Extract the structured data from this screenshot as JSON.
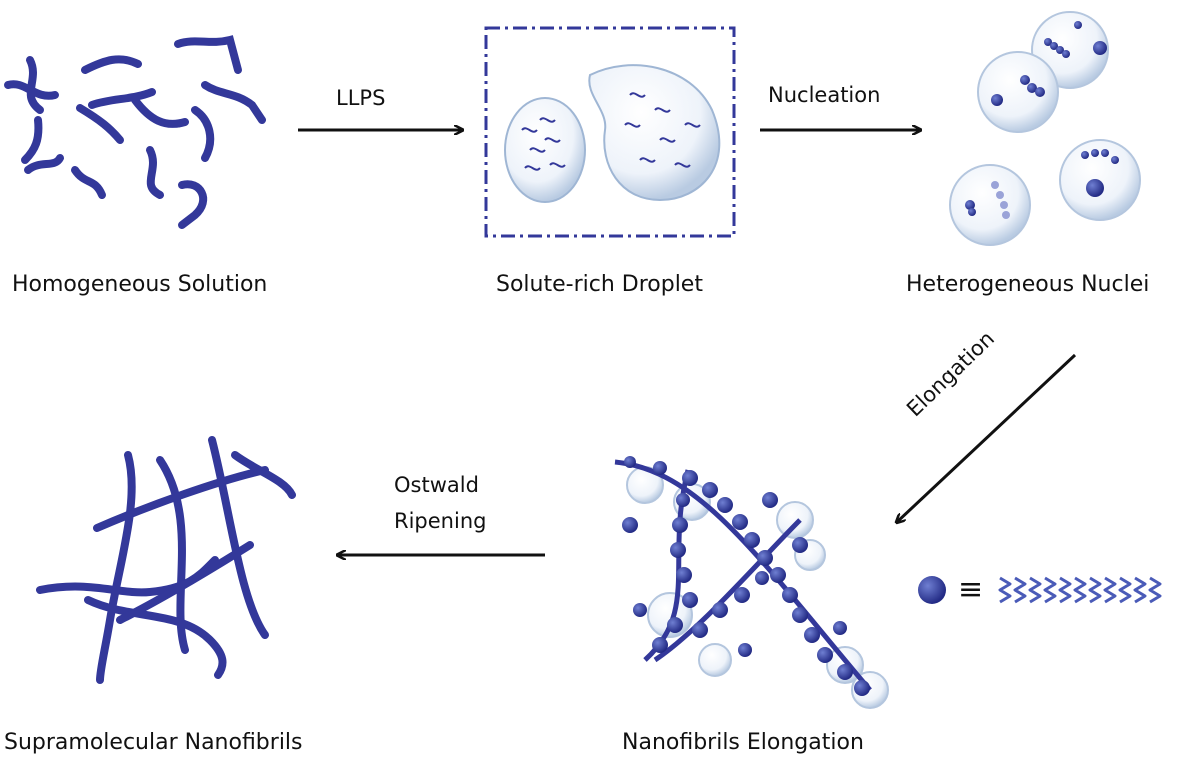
{
  "stages": [
    {
      "id": "homogeneous",
      "label": "Homogeneous Solution"
    },
    {
      "id": "droplet",
      "label": "Solute-rich Droplet"
    },
    {
      "id": "nuclei",
      "label": "Heterogeneous Nuclei"
    },
    {
      "id": "elongation",
      "label": "Nanofibrils Elongation"
    },
    {
      "id": "supramolecular",
      "label": "Supramolecular Nanofibrils"
    }
  ],
  "arrows": {
    "llps": "LLPS",
    "nucleation": "Nucleation",
    "elongation": "Elongation",
    "ostwald_line1": "Ostwald",
    "ostwald_line2": "Ripening"
  },
  "legend": {
    "equiv": "≡"
  },
  "colors": {
    "fiber": "#33389a",
    "bead": "#2f3a9a",
    "arrow": "#111111",
    "droplet": "#c8d8ea"
  }
}
